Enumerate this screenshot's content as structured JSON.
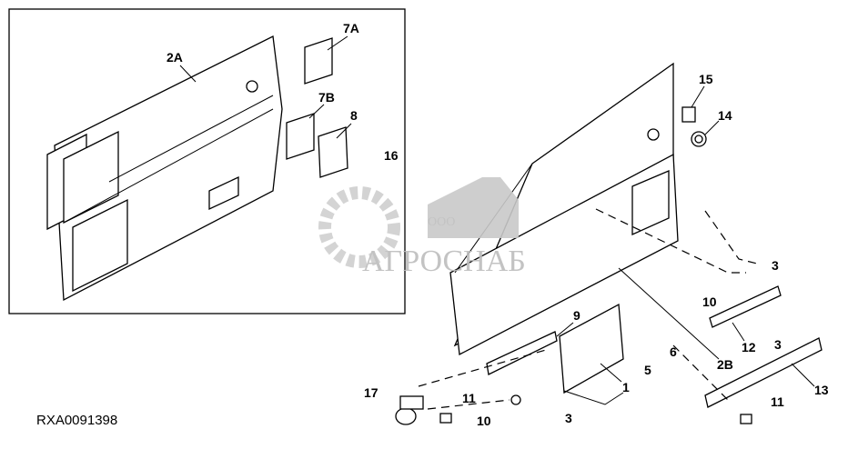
{
  "diagram": {
    "figure_code": "RXA0091398",
    "watermark": {
      "prefix": "ООО",
      "name": "АГРОСНАБ"
    },
    "callouts": [
      {
        "id": "2A"
      },
      {
        "id": "7A"
      },
      {
        "id": "7B"
      },
      {
        "id": "8"
      },
      {
        "id": "16"
      },
      {
        "id": "15"
      },
      {
        "id": "14"
      },
      {
        "id": "3"
      },
      {
        "id": "10"
      },
      {
        "id": "12"
      },
      {
        "id": "3"
      },
      {
        "id": "2B"
      },
      {
        "id": "13"
      },
      {
        "id": "9"
      },
      {
        "id": "6"
      },
      {
        "id": "5"
      },
      {
        "id": "1"
      },
      {
        "id": "17"
      },
      {
        "id": "11"
      },
      {
        "id": "10"
      },
      {
        "id": "3"
      },
      {
        "id": "11"
      }
    ]
  }
}
